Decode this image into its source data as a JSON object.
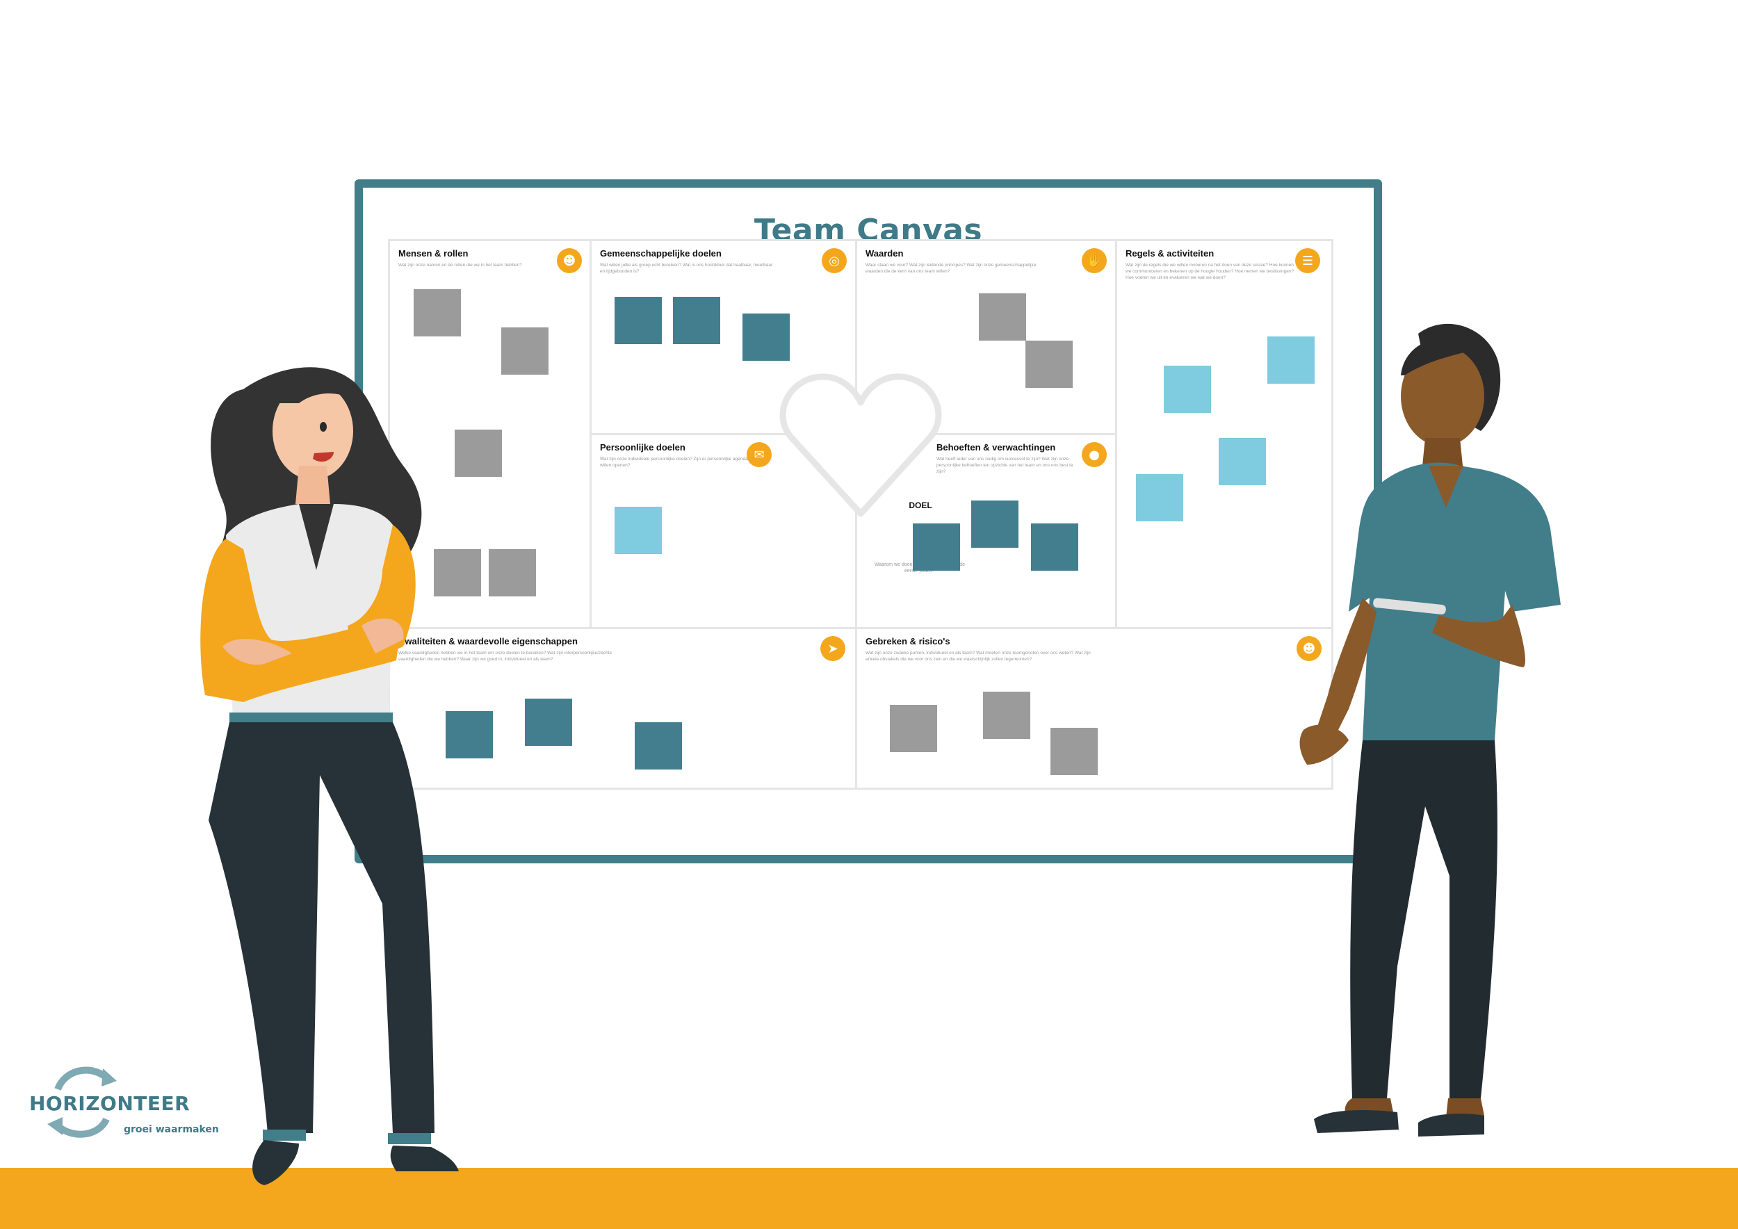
{
  "board": {
    "title": "Team Canvas",
    "center": {
      "label": "DOEL",
      "sub": "Waarom we doen wat we doen in de in de eerste plaats?"
    },
    "sections": [
      {
        "title": "Mensen & rollen",
        "desc": "Wat zijn onze namen en de rollen die we in het team hebben?",
        "icon": "people-icon"
      },
      {
        "title": "Gemeenschappelijke doelen",
        "desc": "Wat willen jullie als groep echt bereiken? Wat is ons hoofddoel dat haalbaar, meetbaar en tijdgebonden is?",
        "icon": "target-icon"
      },
      {
        "title": "Waarden",
        "desc": "Waar staan we voor? Wat zijn leidende principes? Wat zijn onze gemeenschappelijke waarden die de kern van ons team willen?",
        "icon": "hand-icon"
      },
      {
        "title": "Regels & activiteiten",
        "desc": "Wat zijn de regels die we willen invoeren na het doen van deze sessie? Hoe kunnen we communiceren en bekenen op de hoogte houden? Hoe nemen we beslissingen? Hoe voeren we uit en evalueren we wat we doen?",
        "icon": "checklist-icon"
      },
      {
        "title": "Persoonlijke doelen",
        "desc": "Wat zijn onze individuele persoonlijke doelen? Zijn er persoonlijke agenda's die we willen openen?",
        "icon": "speech-bubble-icon"
      },
      {
        "title": "Behoeften & verwachtingen",
        "desc": "Wat heeft ieder van ons nodig om succesvol te zijn? Wat zijn onze persoonlijke behoeften ten opzichte van het team en ons ons best te zijn?",
        "icon": "chat-icon"
      },
      {
        "title": "Kwaliteiten & waardevolle eigenschappen",
        "desc": "Welke vaardigheden hebben we in het team om onze doelen te bereiken? Wat zijn interpersoonlijke/zachte vaardigheden die we hebben? Waar zijn we goed in, individueel en als team?",
        "icon": "rocket-icon"
      },
      {
        "title": "Gebreken & risico's",
        "desc": "Wat zijn onze zwakke punten, individueel en als team? Wat moeten onze teamgenoten over ons weten? Wat zijn enkele obstakels die we voor ons zien en die we waarschijnlijk zullen tegenkomen?",
        "icon": "ghost-icon"
      }
    ]
  },
  "logo": {
    "name": "HORIZONTEER",
    "tagline": "groei waarmaken"
  },
  "colors": {
    "teal": "#437e8e",
    "orange": "#f4a71d",
    "gray_note": "#9b9b9b",
    "light_blue_note": "#7fcbe0"
  }
}
